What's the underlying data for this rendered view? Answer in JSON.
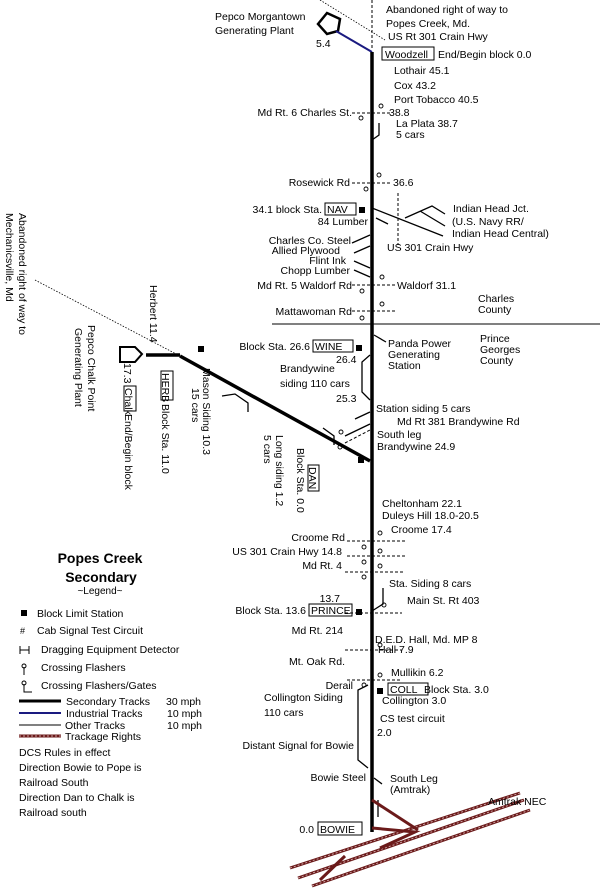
{
  "colors": {
    "secondary": "#000000",
    "industrial": "#1a1a80",
    "other": "#000000",
    "trackage": "#6b1a1a"
  },
  "north": {
    "morgantown_1": "Pepco Morgantown",
    "morgantown_2": "Generating Plant",
    "morgantown_mp": "5.4",
    "abandoned_1": "Abandoned right of way to",
    "abandoned_2": "Popes Creek, Md.",
    "us301": "US Rt 301 Crain Hwy",
    "woodzell": "Woodzell",
    "woodzell_desc": "End/Begin block  0.0",
    "lothair": "Lothair 45.1",
    "cox": "Cox 43.2",
    "port_tobacco": "Port Tobacco 40.5",
    "mp388": "38.8",
    "la_plata": "La Plata 38.7",
    "la_plata_cars": "5 cars",
    "md6": "Md Rt. 6 Charles St.",
    "rosewick": "Rosewick Rd",
    "mp366": "36.6",
    "nav_desc": "34.1 block Sta.",
    "nav": "NAV",
    "lumber84": "84 Lumber",
    "ihj_1": "Indian Head Jct.",
    "ihj_2": "(U.S. Navy RR/",
    "ihj_3": "Indian Head Central)",
    "us301b": "US 301 Crain Hwy",
    "ccsteel": "Charles Co. Steel",
    "allied": "Allied Plywood",
    "flint": "Flint Ink",
    "chopp": "Chopp Lumber",
    "md5": "Md Rt. 5 Waldorf Rd",
    "waldorf": "Waldorf 31.1",
    "charles_1": "Charles",
    "charles_2": "County",
    "mattawoman": "Mattawoman Rd"
  },
  "middle": {
    "pg_1": "Prince",
    "pg_2": "Georges",
    "pg_3": "County",
    "wine_desc": "Block Sta. 26.6",
    "wine": "WINE",
    "panda_1": "Panda Power",
    "panda_2": "Generating",
    "panda_3": "Station",
    "mp264": "26.4",
    "brandy_1": "Brandywine",
    "brandy_2": "siding 110 cars",
    "mp253": "25.3",
    "station_siding": "Station siding 5 cars",
    "md381": "Md Rt 381 Brandywine Rd",
    "south_leg": "South leg",
    "brandywine": "Brandywine 24.9",
    "dan": "DAN",
    "dan_desc": "Block Sta. 0.0",
    "long_siding": "Long siding 1.2",
    "long_cars": "5 cars",
    "mason": "Mason Siding 10.3",
    "mason_cars": "15 cars",
    "herb": "HERB",
    "herb_desc": "Block Sta. 11.0",
    "herbert": "Herbert 11.4",
    "chalk_mp": "17.3",
    "chalk": "Chalk",
    "chalk_desc": "End/Begin block",
    "chalk_plant_1": "Pepco Chalk Point",
    "chalk_plant_2": "Generating Plant",
    "mech_1": "Abandoned right of way to",
    "mech_2": "Mechanicsville, Md"
  },
  "south": {
    "cheltonham": "Cheltonham 22.1",
    "duleys": "Duleys Hill 18.0-20.5",
    "croome": "Croome 17.4",
    "croome_rd": "Croome Rd",
    "us301_148": "US 301 Crain Hwy 14.8",
    "md4": "Md Rt. 4",
    "sta_siding": "Sta. Siding 8 cars",
    "mp137": "13.7",
    "md403": "Main St. Rt 403",
    "prince_desc": "Block Sta. 13.6",
    "prince": "PRINCE",
    "md214": "Md Rt. 214",
    "ded": "D.E.D. Hall, Md. MP 8",
    "hall": "Hall 7.9",
    "mtoak": "Mt. Oak Rd.",
    "mullikin": "Mullikin 6.2",
    "derail": "Derail",
    "coll": "COLL",
    "coll_desc": "Block Sta. 3.0",
    "coll_siding": "Collington Siding",
    "coll_cars": "110 cars",
    "collington": "Collington 3.0",
    "cs_test": "CS test circuit",
    "mp20": "2.0",
    "distant": "Distant Signal for Bowie",
    "bowie_steel": "Bowie Steel",
    "south_leg_1": "South Leg",
    "south_leg_2": "(Amtrak)",
    "amtrak": "Amtrak NEC",
    "bowie_mp": "0.0",
    "bowie": "BOWIE"
  },
  "legend": {
    "title_1": "Popes Creek",
    "title_2": "Secondary",
    "subtitle": "~Legend~",
    "items": [
      "Block Limit Station",
      "Cab Signal Test Circuit",
      "Dragging Equipment Detector",
      "Crossing Flashers",
      "Crossing Flashers/Gates"
    ],
    "tracks": [
      {
        "label": "Secondary Tracks",
        "speed": "30 mph"
      },
      {
        "label": "Industrial Tracks",
        "speed": "10 mph"
      },
      {
        "label": "Other Tracks",
        "speed": "10 mph"
      },
      {
        "label": "Trackage Rights"
      }
    ],
    "notes": [
      "DCS Rules in effect",
      "Direction Bowie to Pope is",
      "Railroad South",
      "Direction Dan to Chalk is",
      "Railroad south"
    ]
  }
}
